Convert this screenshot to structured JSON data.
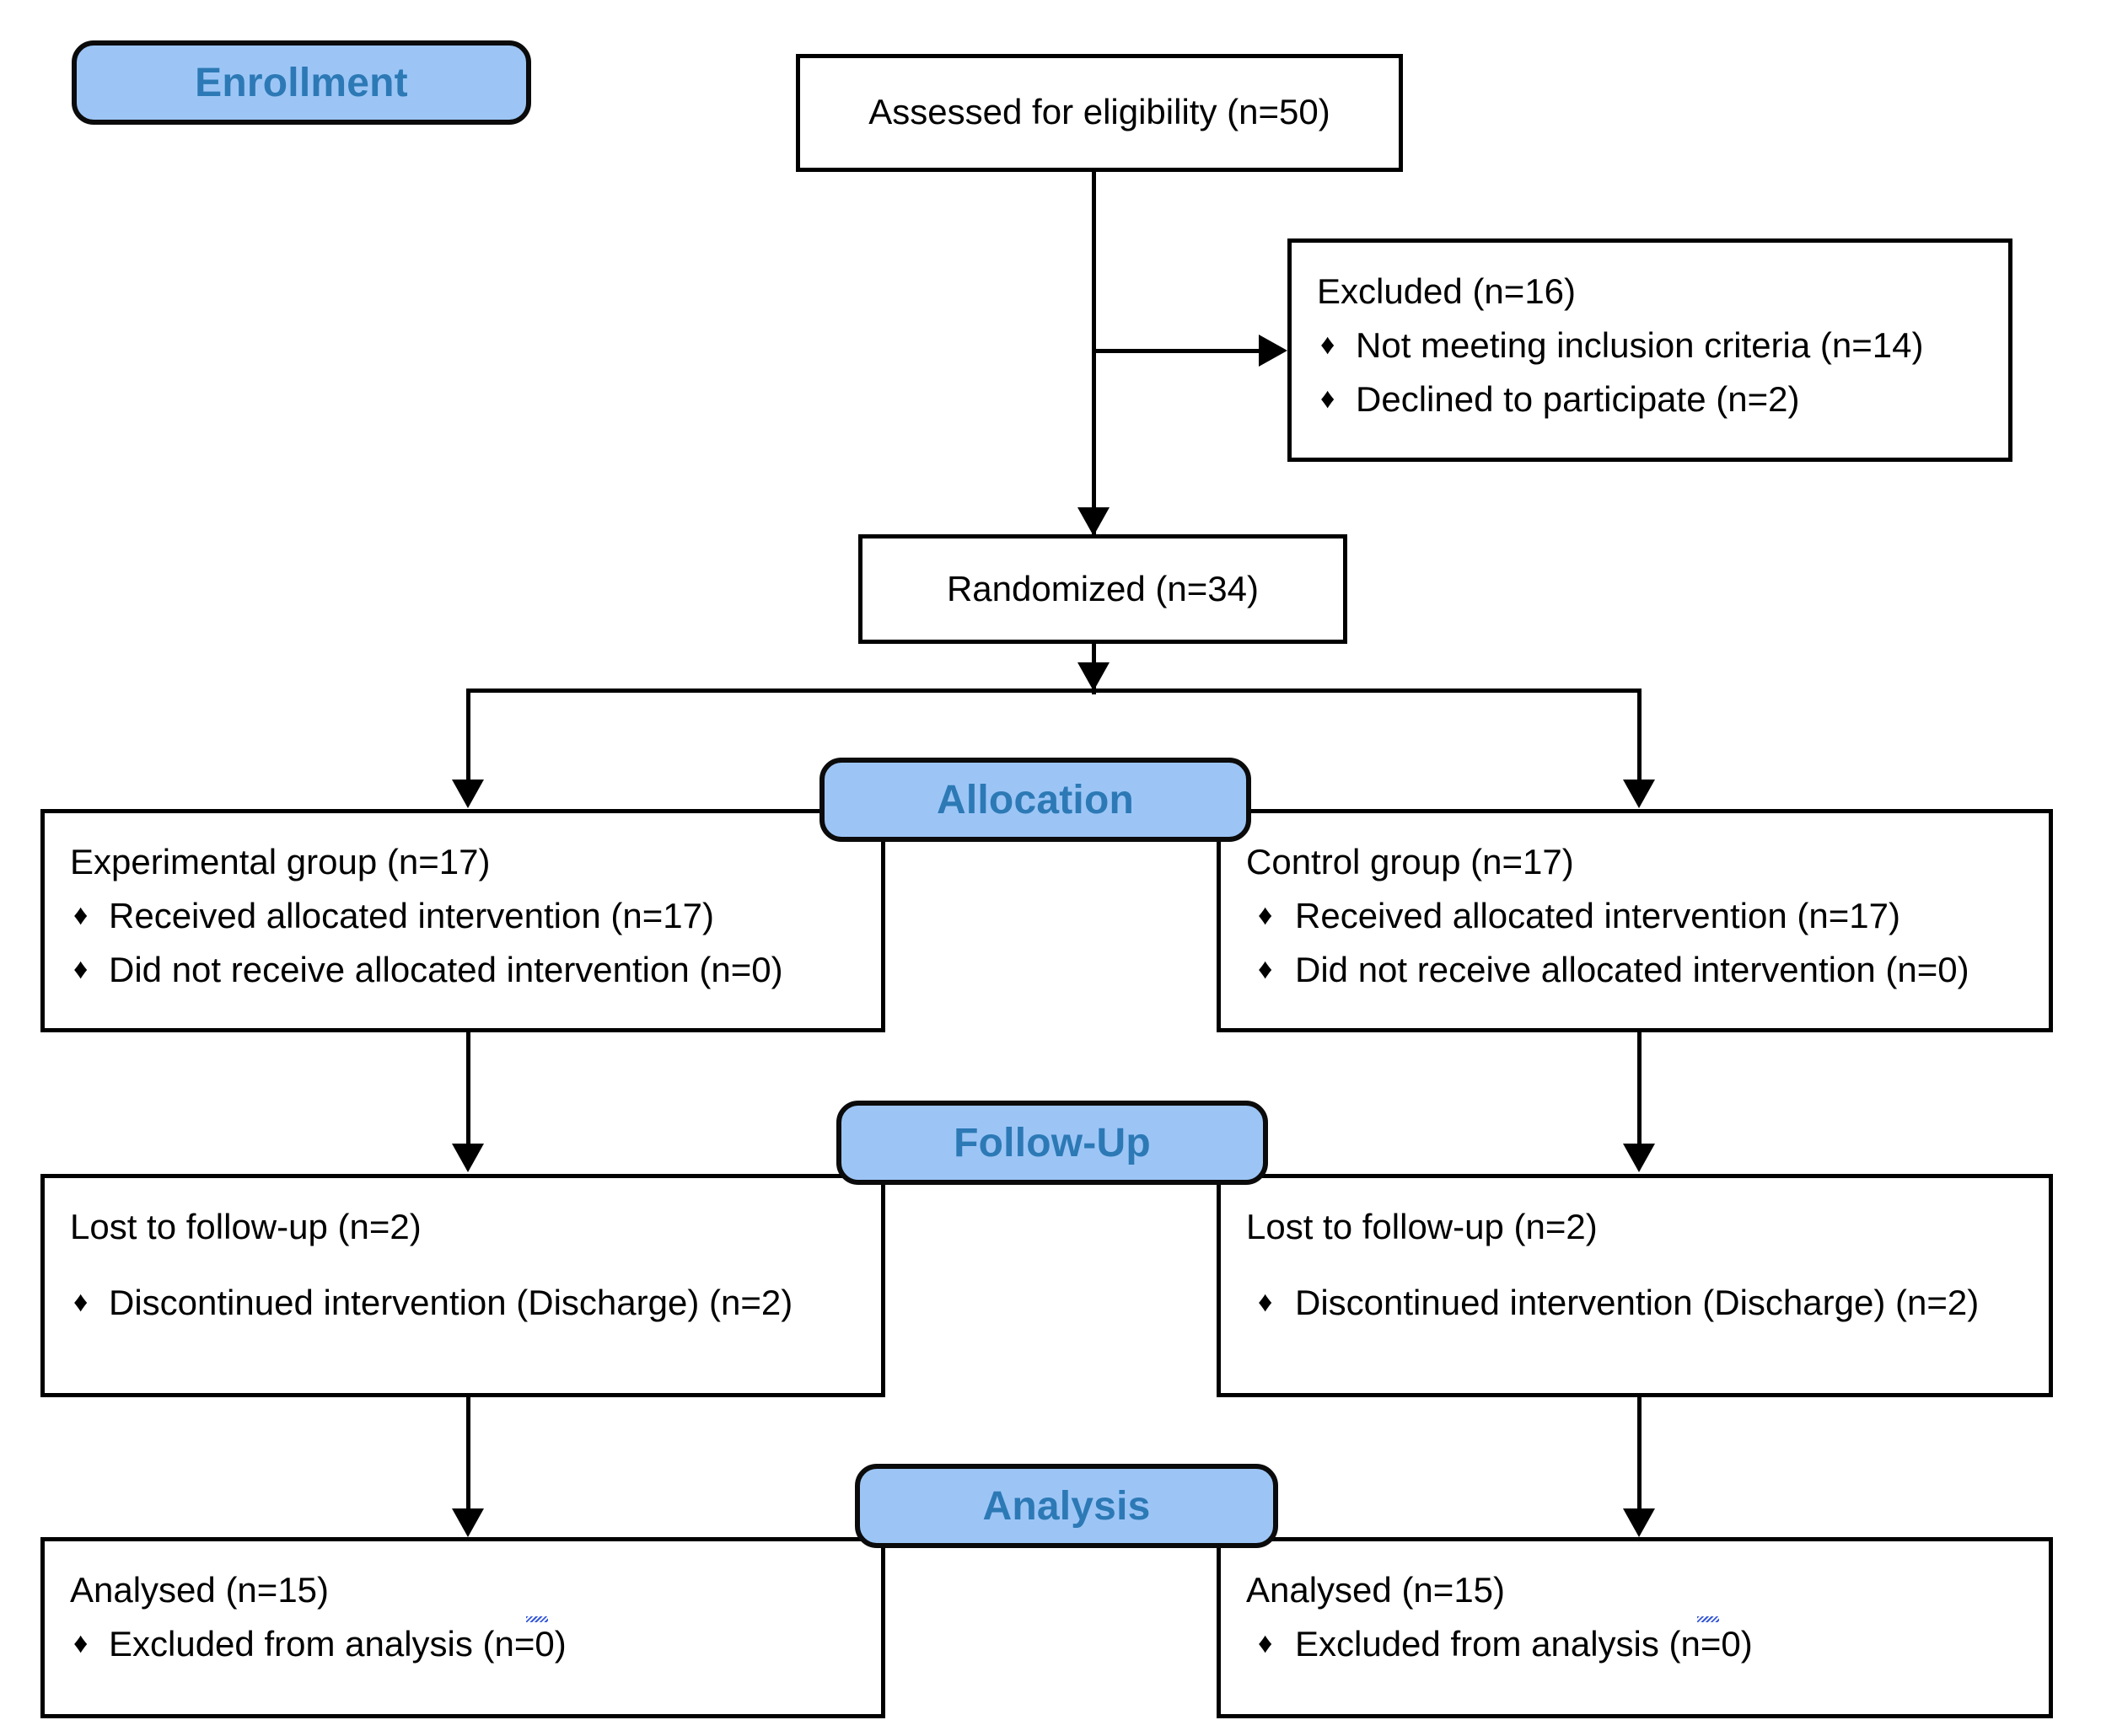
{
  "diagram": {
    "type": "consort-flow-diagram",
    "stages": [
      {
        "id": "enrollment",
        "label": "Enrollment"
      },
      {
        "id": "allocation",
        "label": "Allocation"
      },
      {
        "id": "followup",
        "label": "Follow-Up"
      },
      {
        "id": "analysis",
        "label": "Analysis"
      }
    ],
    "bullet_glyph": "♦",
    "colors": {
      "badge_fill": "#9CC5F6",
      "badge_text": "#2C79B5",
      "badge_border": "#0B0B0B",
      "box_border": "#000000",
      "box_fill": "#FFFFFF",
      "text": "#000000",
      "spellcheck_underline": "#2B4FD8"
    },
    "boxes": {
      "assessed": {
        "title": "Assessed for eligibility (n=50)"
      },
      "excluded": {
        "title": "Excluded (n=16)",
        "items": [
          "Not meeting inclusion criteria (n=14)",
          "Declined to participate (n=2)"
        ]
      },
      "randomized": {
        "title": "Randomized (n=34)"
      },
      "allocation_left": {
        "title": "Experimental group (n=17)",
        "items": [
          "Received allocated intervention (n=17)",
          "Did not receive allocated intervention (n=0)"
        ]
      },
      "allocation_right": {
        "title": "Control group (n=17)",
        "items": [
          "Received allocated intervention (n=17)",
          "Did not receive allocated intervention (n=0)"
        ]
      },
      "followup_left": {
        "title": "Lost to follow-up (n=2)",
        "items": [
          "Discontinued intervention (Discharge) (n=2)"
        ]
      },
      "followup_right": {
        "title": "Lost to follow-up (n=2)",
        "items": [
          "Discontinued intervention (Discharge) (n=2)"
        ]
      },
      "analysis_left": {
        "title": "Analysed (n=15)",
        "items": [
          "Excluded from analysis (n=0)"
        ]
      },
      "analysis_right": {
        "title": "Analysed (n=15)",
        "items": [
          "Excluded from analysis (n=0)"
        ]
      }
    }
  }
}
